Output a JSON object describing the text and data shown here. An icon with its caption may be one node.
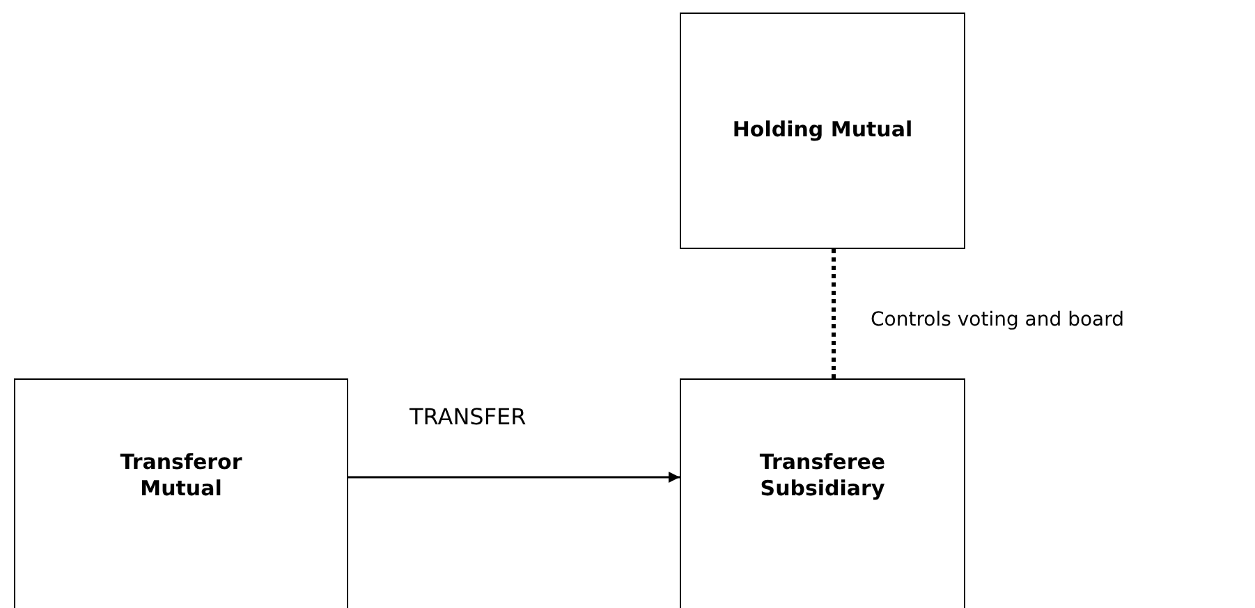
{
  "diagram": {
    "nodes": [
      {
        "text": [
          "Holding Mutual"
        ]
      },
      {
        "text": [
          "Transferor Mutual"
        ]
      },
      {
        "text": [
          "Transferee Subsidiary"
        ]
      }
    ],
    "edges": [
      {
        "from": 0,
        "to": 2,
        "arrow": "none",
        "style": "dashed",
        "label": "Controls voting and board"
      },
      {
        "from": 1,
        "to": 2,
        "arrow": "to",
        "label": "TRANSFER"
      }
    ]
  }
}
